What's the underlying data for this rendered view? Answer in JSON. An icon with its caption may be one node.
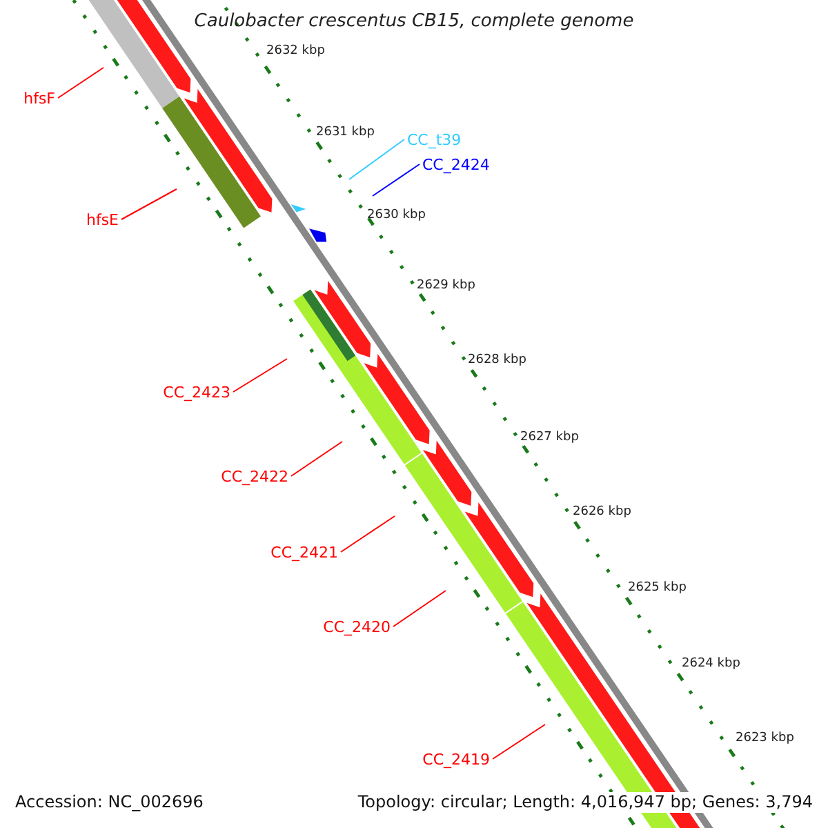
{
  "diagram": {
    "title": "Caulobacter crescentus CB15, complete genome",
    "nodes": [
      {
        "text": [
          "hfsF"
        ]
      },
      {
        "text": [
          "CC_t39"
        ]
      },
      {
        "text": [
          "CC_2424"
        ]
      },
      {
        "text": [
          "hfsE"
        ]
      },
      {
        "text": [
          "CC_2423"
        ]
      },
      {
        "text": [
          "CC_2422"
        ]
      },
      {
        "text": [
          "CC_2421"
        ]
      },
      {
        "text": [
          "CC_2420"
        ]
      },
      {
        "text": [
          "CC_2419"
        ]
      }
    ],
    "edges": [
      {
        "from": 0,
        "to": null,
        "arrow": "none"
      },
      {
        "from": 1,
        "to": null,
        "arrow": "none",
        "color": "#33ccff"
      },
      {
        "from": 2,
        "to": null,
        "arrow": "none",
        "color": "#0000ff"
      },
      {
        "from": 3,
        "to": null,
        "arrow": "none"
      },
      {
        "from": 4,
        "to": null,
        "arrow": "none"
      },
      {
        "from": 5,
        "to": null,
        "arrow": "none"
      },
      {
        "from": 6,
        "to": null,
        "arrow": "none"
      },
      {
        "from": 7,
        "to": null,
        "arrow": "none"
      },
      {
        "from": 8,
        "to": null,
        "arrow": "none"
      }
    ],
    "labels": [
      "2632 kbp",
      "2631 kbp",
      "2630 kbp",
      "2629 kbp",
      "2628 kbp",
      "2627 kbp",
      "2626 kbp",
      "2625 kbp",
      "2624 kbp",
      "2623 kbp",
      "Accession: NC_002696",
      "Topology: circular; Length: 4,016,947 bp; Genes: 3,794"
    ]
  }
}
